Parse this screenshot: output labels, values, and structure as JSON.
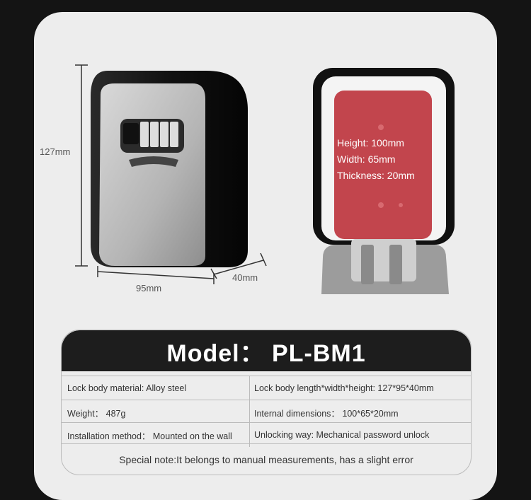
{
  "dimensions": {
    "height": "127mm",
    "width": "95mm",
    "depth": "40mm"
  },
  "inner_label": {
    "height": "Height: 100mm",
    "width": "Width: 65mm",
    "thickness": "Thickness: 20mm"
  },
  "model": "Model： PL-BM1",
  "specs": [
    {
      "left": "Lock body material: Alloy steel",
      "right": "Lock body length*width*height: 127*95*40mm"
    },
    {
      "left": "Weight： 487g",
      "right": "Internal dimensions： 100*65*20mm"
    },
    {
      "left": "Installation method： Mounted on the wall",
      "right": "Unlocking way: Mechanical password unlock"
    }
  ],
  "note": "Special note:It belongs to manual measurements, has a slight error"
}
